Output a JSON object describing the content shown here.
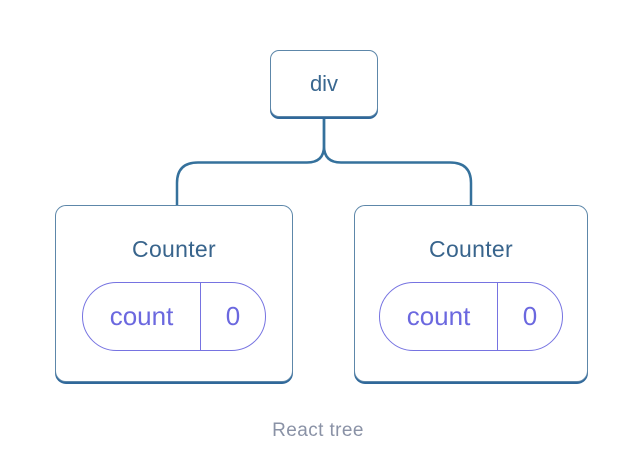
{
  "diagram": {
    "root": {
      "label": "div"
    },
    "children": [
      {
        "title": "Counter",
        "state": {
          "key": "count",
          "value": "0"
        }
      },
      {
        "title": "Counter",
        "state": {
          "key": "count",
          "value": "0"
        }
      }
    ],
    "caption": "React tree"
  },
  "colors": {
    "background": "#ffffff",
    "connector": "#35719c",
    "node_border": "#5d87a9",
    "node_border_shadow": "#30689a",
    "node_title": "#38648c",
    "root_label": "#3a6890",
    "state_accent": "#6b68df",
    "state_border": "#7673e1",
    "caption": "#8a92a6"
  }
}
